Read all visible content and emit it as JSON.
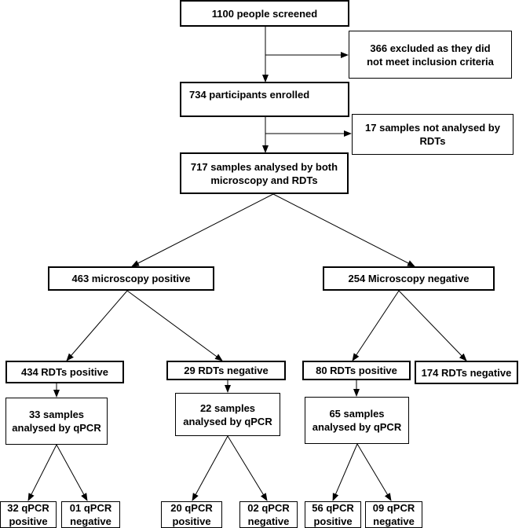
{
  "nodes": {
    "screened": "1100 people screened",
    "excluded": "366 excluded as they did\nnot meet inclusion criteria",
    "enrolled": "734 participants enrolled",
    "not_analysed": "17 samples not analysed by\nRDTs",
    "both_analysed": "717 samples analysed by both\nmicroscopy and RDTs",
    "micro_pos": "463 microscopy positive",
    "micro_neg": "254 Microscopy negative",
    "rdt_pos_a": "434 RDTs positive",
    "rdt_neg_a": "29 RDTs negative",
    "rdt_pos_b": "80 RDTs positive",
    "rdt_neg_b": "174 RDTs negative",
    "qpcr_33": "33 samples\nanalysed by qPCR",
    "qpcr_22": "22 samples\nanalysed by qPCR",
    "qpcr_65": "65 samples\nanalysed by qPCR",
    "pos_32": "32 qPCR\npositive",
    "neg_01": "01 qPCR\nnegative",
    "pos_20": "20 qPCR\npositive",
    "neg_02": "02 qPCR\nnegative",
    "pos_56": "56 qPCR\npositive",
    "neg_09": "09 qPCR\nnegative"
  }
}
